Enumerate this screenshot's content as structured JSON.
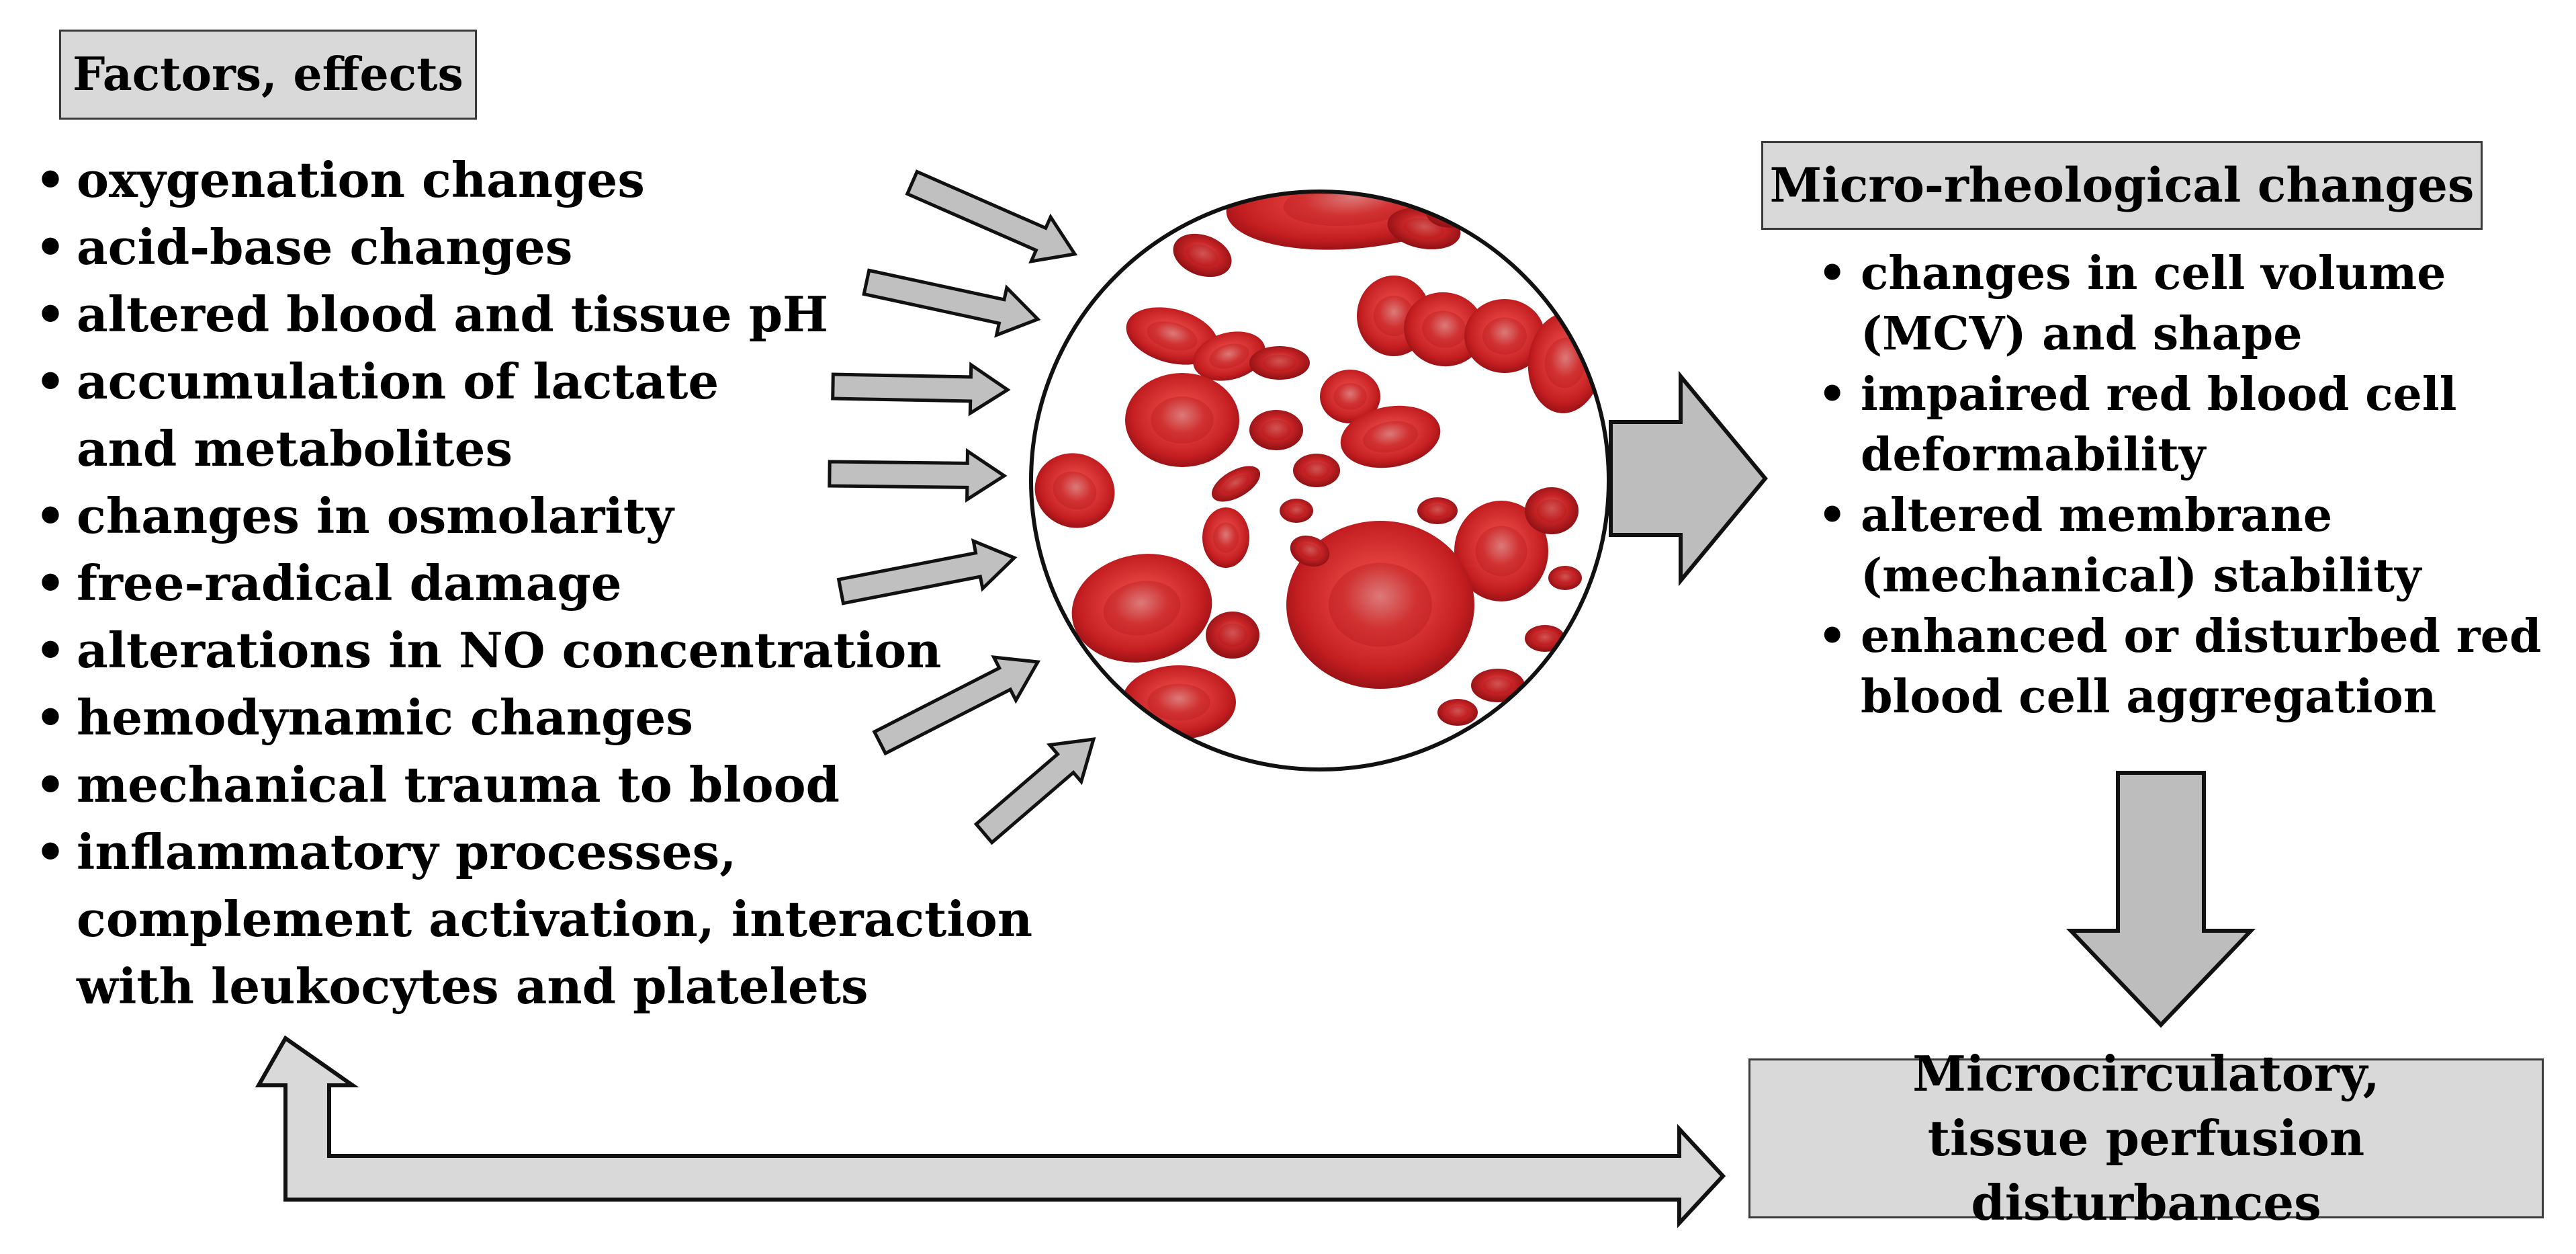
{
  "factors": {
    "title": "Factors, effects",
    "items": [
      "oxygenation changes",
      "acid-base changes",
      "altered blood and tissue pH",
      "accumulation of lactate and metabolites",
      "changes in osmolarity",
      "free-radical damage",
      "alterations in NO concentration",
      "hemodynamic changes",
      "mechanical trauma to blood",
      "inflammatory processes, complement activation, interaction with leukocytes and platelets"
    ]
  },
  "micro_rheological": {
    "title": "Micro-rheological changes",
    "items": [
      "changes in cell volume (MCV) and shape",
      "impaired red blood cell deformability",
      "altered membrane (mechanical) stability",
      "enhanced or disturbed red blood cell aggregation"
    ]
  },
  "perfusion": {
    "line1": "Microcirculatory,",
    "line2": "tissue perfusion disturbances"
  },
  "colors": {
    "box_fill": "#d9d9d9",
    "arrow_fill": "#c0c0c0",
    "big_arrow_fill": "#bdbdbd",
    "loop_arrow_fill": "#d9d9d9",
    "cell_red": "#d8282a",
    "cell_dark": "#a8161a"
  }
}
